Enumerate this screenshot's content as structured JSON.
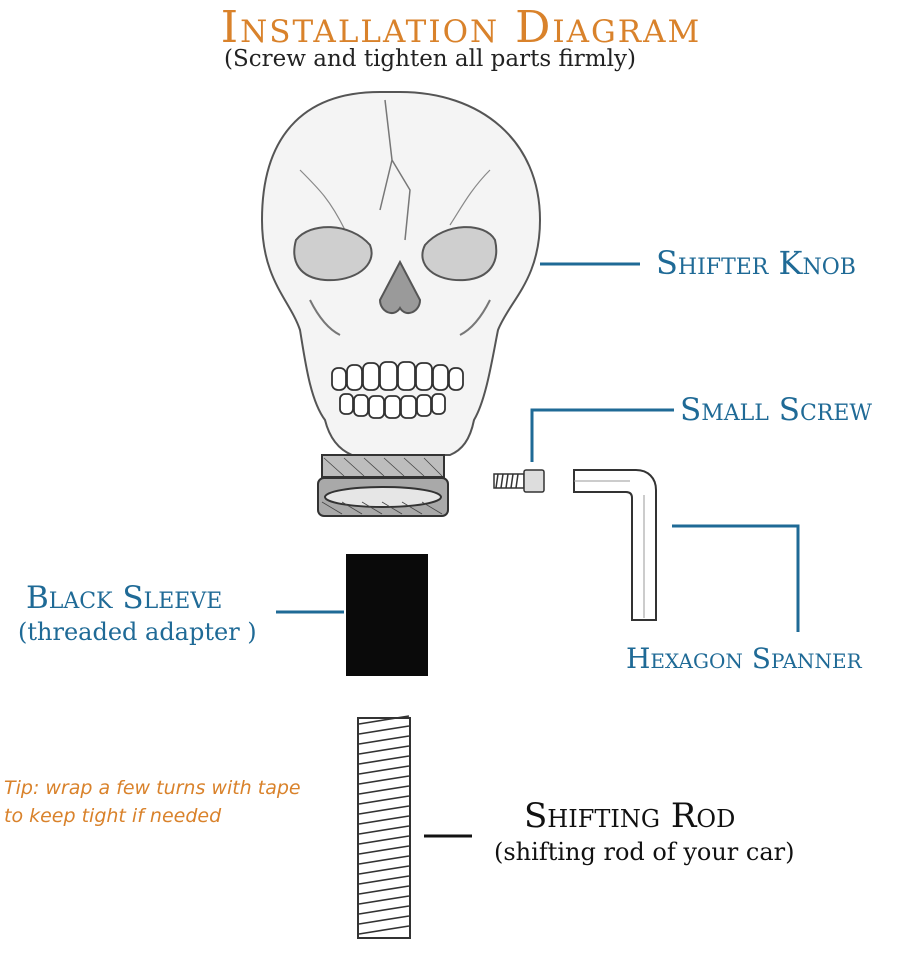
{
  "title": "Installation Diagram",
  "subtitle": "(Screw and tighten all parts firmly)",
  "parts": {
    "shifter_knob": "Shifter Knob",
    "small_screw": "Small Screw",
    "hexagon_spanner": "Hexagon Spanner",
    "black_sleeve": "Black Sleeve",
    "black_sleeve_sub": "(threaded adapter )",
    "shifting_rod": "Shifting Rod",
    "shifting_rod_sub": "(shifting rod of your car)"
  },
  "tip": {
    "line1": "Tip: wrap a few turns with tape",
    "line2": "to keep tight if needed"
  },
  "colors": {
    "title": "#d9822b",
    "label": "#1f6a96",
    "sleeve": "#0a0a0a"
  }
}
